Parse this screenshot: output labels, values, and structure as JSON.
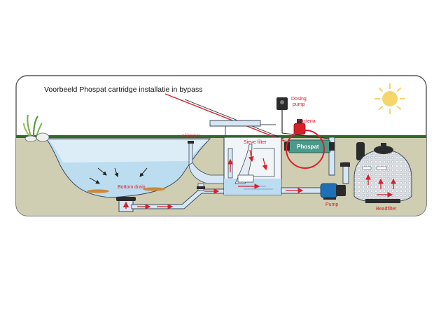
{
  "title": "Voorbeeld Phospat cartridge installatie in bypass",
  "labels": {
    "dosing_pump_line1": "Dosing",
    "dosing_pump_line2": "pump",
    "bacteria": "Bacteria",
    "skimmer": "skimmer",
    "sieve_filter": "Sieve filter",
    "bottom_drain": "Bottom drain",
    "phospat": "Phospat",
    "pump": "Pump",
    "beadfilter": "Beadfilter"
  },
  "colors": {
    "sky_panel": "#ffffff",
    "grass": "#2f6a2a",
    "ground": "#cfcdb2",
    "water": "#bcdcf0",
    "pipe": "#d6e6f4",
    "pipe_edge": "#3a4a5a",
    "arrow": "#d8202b",
    "highlight": "#d8202b",
    "sun": "#f6d66b",
    "pump_blue": "#1f6fb5",
    "phospat_green": "#4a9a8a"
  },
  "icons": [
    "sun-icon",
    "plant-icon",
    "dosing-pump-icon",
    "bacteria-bottle-icon",
    "pump-icon",
    "beadfilter-icon",
    "bottom-drain-icon",
    "skimmer-icon",
    "sieve-filter-icon",
    "phospat-cartridge-icon"
  ]
}
